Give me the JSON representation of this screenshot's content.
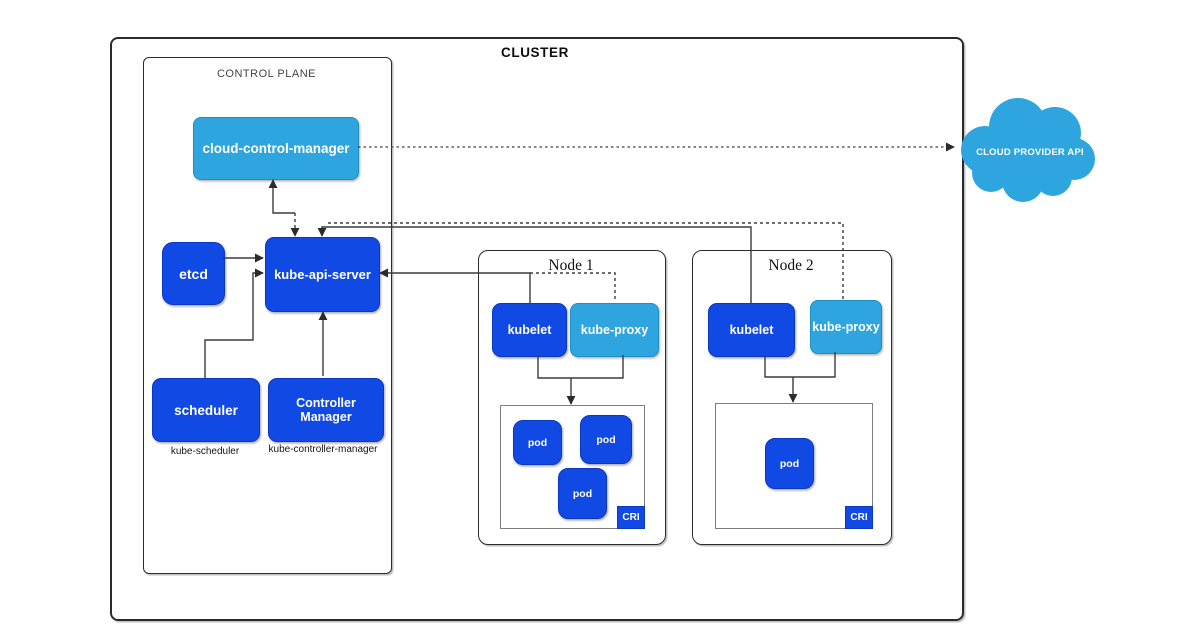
{
  "cluster": {
    "title": "CLUSTER"
  },
  "control_plane": {
    "title": "CONTROL PLANE",
    "cloud_control_manager": "cloud-control-manager",
    "etcd": "etcd",
    "kube_api_server": "kube-api-server",
    "scheduler": "scheduler",
    "scheduler_sublabel": "kube-scheduler",
    "controller_manager": "Controller Manager",
    "controller_manager_sublabel": "kube-controller-manager"
  },
  "nodes": [
    {
      "title": "Node 1",
      "kubelet": "kubelet",
      "kube_proxy": "kube-proxy",
      "cri": "CRI",
      "pods": [
        "pod",
        "pod",
        "pod"
      ]
    },
    {
      "title": "Node 2",
      "kubelet": "kubelet",
      "kube_proxy": "kube-proxy",
      "cri": "CRI",
      "pods": [
        "pod"
      ]
    }
  ],
  "external": {
    "cloud_provider_api": "CLOUD PROVIDER API"
  },
  "colors": {
    "primary_blue": "#1149E4",
    "light_blue": "#2EA5DF",
    "line": "#3c3c3c"
  }
}
